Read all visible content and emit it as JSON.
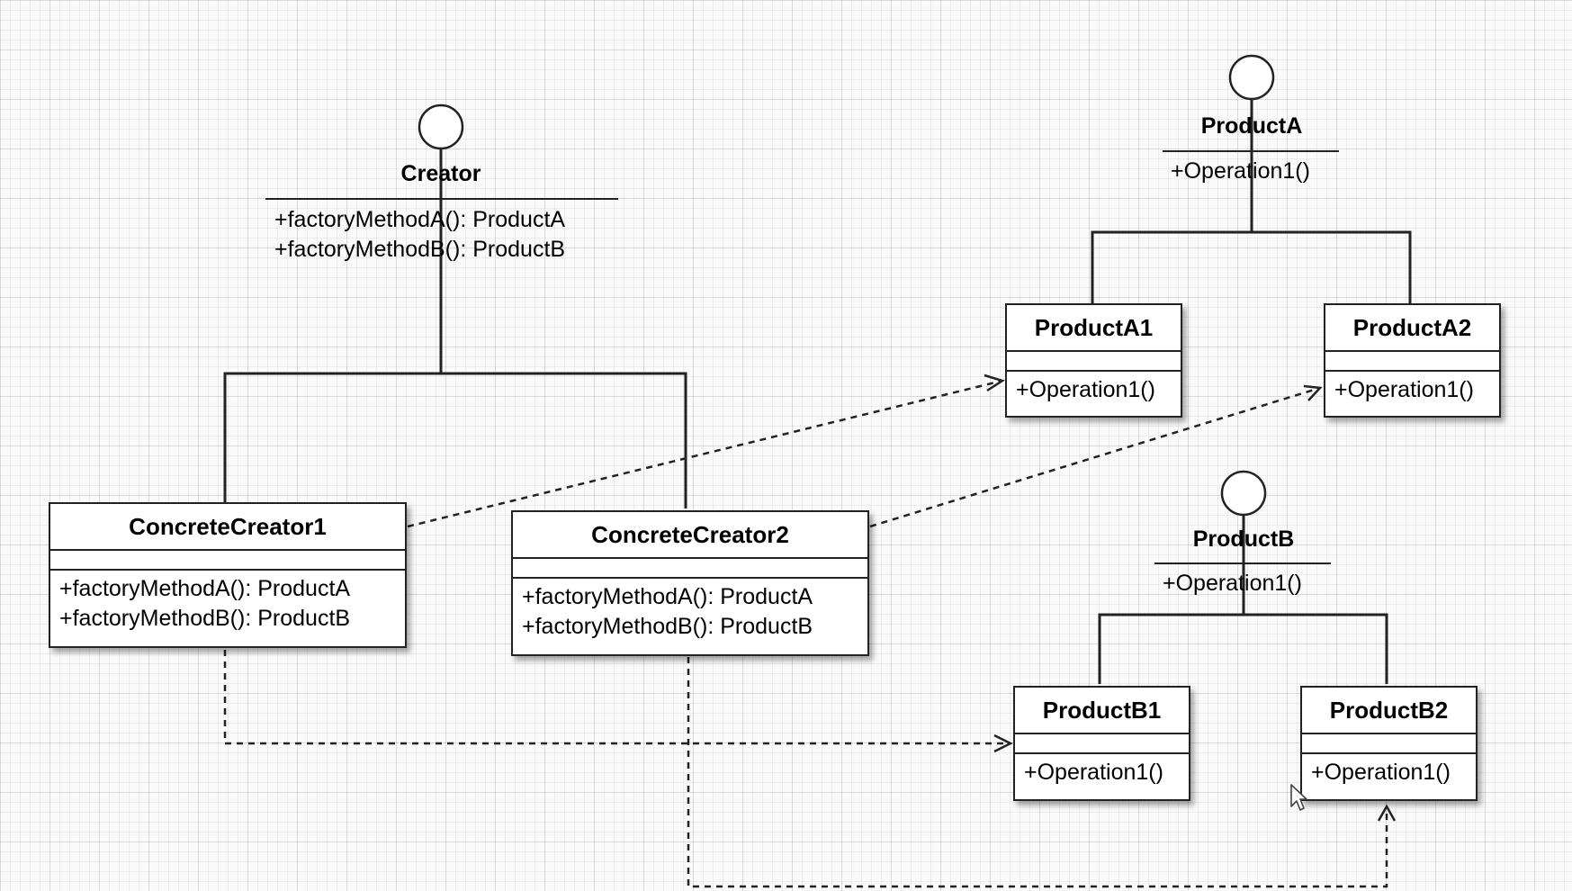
{
  "diagram": {
    "interfaces": {
      "creator": {
        "name": "Creator",
        "methods": [
          "+factoryMethodA(): ProductA",
          "+factoryMethodB(): ProductB"
        ]
      },
      "product_a": {
        "name": "ProductA",
        "methods": [
          "+Operation1()"
        ]
      },
      "product_b": {
        "name": "ProductB",
        "methods": [
          "+Operation1()"
        ]
      }
    },
    "classes": {
      "concrete_creator1": {
        "name": "ConcreteCreator1",
        "methods": [
          "+factoryMethodA(): ProductA",
          "+factoryMethodB(): ProductB"
        ]
      },
      "concrete_creator2": {
        "name": "ConcreteCreator2",
        "methods": [
          "+factoryMethodA(): ProductA",
          "+factoryMethodB(): ProductB"
        ]
      },
      "product_a1": {
        "name": "ProductA1",
        "methods": [
          "+Operation1()"
        ]
      },
      "product_a2": {
        "name": "ProductA2",
        "methods": [
          "+Operation1()"
        ]
      },
      "product_b1": {
        "name": "ProductB1",
        "methods": [
          "+Operation1()"
        ]
      },
      "product_b2": {
        "name": "ProductB2",
        "methods": [
          "+Operation1()"
        ]
      }
    },
    "relations": [
      {
        "type": "realization",
        "from": "ConcreteCreator1",
        "to": "Creator"
      },
      {
        "type": "realization",
        "from": "ConcreteCreator2",
        "to": "Creator"
      },
      {
        "type": "realization",
        "from": "ProductA1",
        "to": "ProductA"
      },
      {
        "type": "realization",
        "from": "ProductA2",
        "to": "ProductA"
      },
      {
        "type": "realization",
        "from": "ProductB1",
        "to": "ProductB"
      },
      {
        "type": "realization",
        "from": "ProductB2",
        "to": "ProductB"
      },
      {
        "type": "dependency",
        "from": "ConcreteCreator1",
        "to": "ProductA1"
      },
      {
        "type": "dependency",
        "from": "ConcreteCreator1",
        "to": "ProductB1"
      },
      {
        "type": "dependency",
        "from": "ConcreteCreator2",
        "to": "ProductA2"
      },
      {
        "type": "dependency",
        "from": "ConcreteCreator2",
        "to": "ProductB2"
      }
    ]
  },
  "colors": {
    "line": "#222222",
    "grid": "#e6e6e6",
    "background": "#fafafa"
  },
  "icons": {
    "interface": "lollipop-circle-icon",
    "cursor": "arrow-pointer-icon"
  }
}
